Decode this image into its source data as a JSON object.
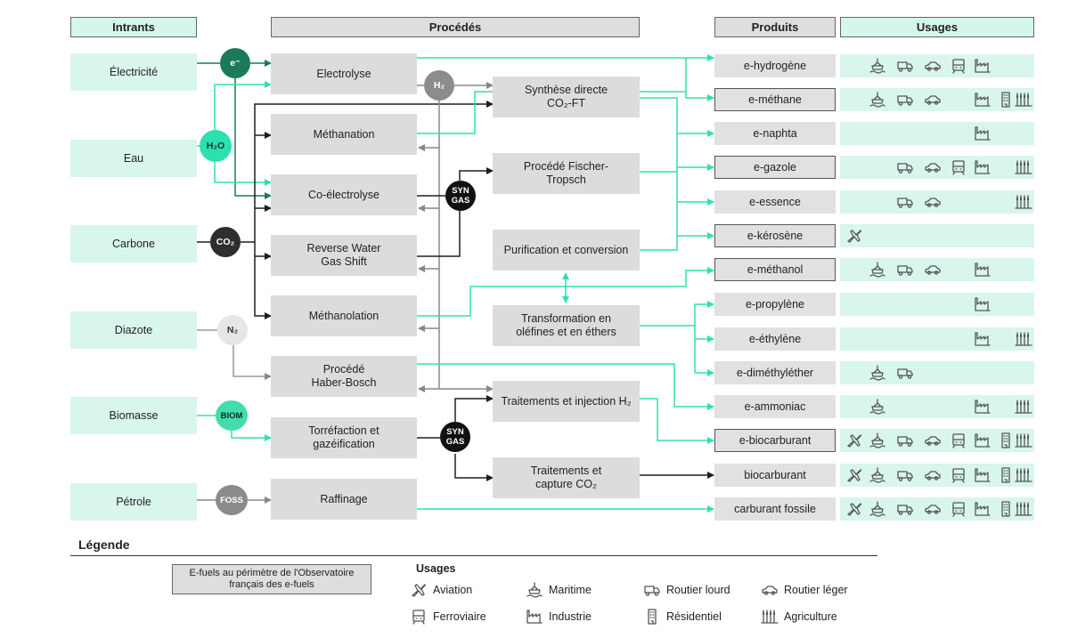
{
  "headers": {
    "intrants": "Intrants",
    "procedes": "Procédés",
    "produits": "Produits",
    "usages": "Usages"
  },
  "intrants": [
    "Électricité",
    "Eau",
    "Carbone",
    "Diazote",
    "Biomasse",
    "Pétrole"
  ],
  "circles": {
    "electron": "e⁻",
    "h2o": "H₂O",
    "co2": "CO₂",
    "n2": "N₂",
    "biom": "BIOM",
    "foss": "FOSS",
    "h2": "H₂",
    "syngas1": "SYN GAS",
    "syngas2": "SYN GAS"
  },
  "procedes": {
    "electrolyse": "Electrolyse",
    "methanation": "Méthanation",
    "coelectrolyse": "Co-électrolyse",
    "rwgs": "Reverse Water Gas Shift",
    "methanolation": "Méthanolation",
    "haber_bosch": "Procédé Haber-Bosch",
    "torrefaction": "Torréfaction et gazéification",
    "raffinage": "Raffinage",
    "synthese_directe": "Synthèse directe CO₂-FT",
    "fischer_tropsch": "Procédé Fischer-Tropsch",
    "purification": "Purification et conversion",
    "olefines": "Transformation en oléfines et en éthers",
    "traitements_h2": "Traitements et injection H₂",
    "traitements_co2": "Traitements et capture CO₂"
  },
  "produits": [
    {
      "label": "e-hydrogène",
      "usages": [
        "maritime",
        "routier-lourd",
        "routier-leger",
        "ferroviaire",
        "industrie"
      ]
    },
    {
      "label": "e-méthane",
      "usages": [
        "maritime",
        "routier-lourd",
        "routier-leger",
        "industrie",
        "residentiel",
        "agriculture"
      ]
    },
    {
      "label": "e-naphta",
      "usages": [
        "industrie"
      ]
    },
    {
      "label": "e-gazole",
      "usages": [
        "routier-lourd",
        "routier-leger",
        "ferroviaire",
        "industrie",
        "agriculture"
      ]
    },
    {
      "label": "e-essence",
      "usages": [
        "routier-lourd",
        "routier-leger",
        "agriculture"
      ]
    },
    {
      "label": "e-kérosène",
      "usages": [
        "aviation"
      ]
    },
    {
      "label": "e-méthanol",
      "usages": [
        "maritime",
        "routier-lourd",
        "routier-leger",
        "industrie"
      ]
    },
    {
      "label": "e-propylène",
      "usages": [
        "industrie"
      ]
    },
    {
      "label": "e-éthylène",
      "usages": [
        "industrie",
        "agriculture"
      ]
    },
    {
      "label": "e-diméthyléther",
      "usages": [
        "maritime",
        "routier-lourd"
      ]
    },
    {
      "label": "e-ammoniac",
      "usages": [
        "maritime",
        "industrie",
        "agriculture"
      ]
    },
    {
      "label": "e-biocarburant",
      "usages": [
        "aviation",
        "maritime",
        "routier-lourd",
        "routier-leger",
        "ferroviaire",
        "industrie",
        "residentiel",
        "agriculture"
      ]
    },
    {
      "label": "biocarburant",
      "usages": [
        "aviation",
        "maritime",
        "routier-lourd",
        "routier-leger",
        "ferroviaire",
        "industrie",
        "residentiel",
        "agriculture"
      ]
    },
    {
      "label": "carburant fossile",
      "usages": [
        "aviation",
        "maritime",
        "routier-lourd",
        "routier-leger",
        "ferroviaire",
        "industrie",
        "residentiel",
        "agriculture"
      ]
    }
  ],
  "legend": {
    "title": "Légende",
    "box_label": "E-fuels au périmètre de l'Observatoire français des e-fuels",
    "usages_title": "Usages",
    "items": {
      "aviation": "Aviation",
      "maritime": "Maritime",
      "routier_lourd": "Routier lourd",
      "routier_leger": "Routier léger",
      "ferroviaire": "Ferroviaire",
      "industrie": "Industrie",
      "residentiel": "Résidentiel",
      "agriculture": "Agriculture"
    }
  },
  "colors": {
    "mint": "#d8f6ec",
    "teal_arrow": "#2fe0b4",
    "dark_green": "#1b7a5a",
    "h2o_green": "#2ee0b0",
    "co2_dark": "#2e2e2e",
    "n2_light": "#e6e6e6",
    "biom_green": "#43dcae",
    "foss_grey": "#8a8a8a",
    "h2_grey": "#8c8c8c",
    "syngas_black": "#111111"
  }
}
